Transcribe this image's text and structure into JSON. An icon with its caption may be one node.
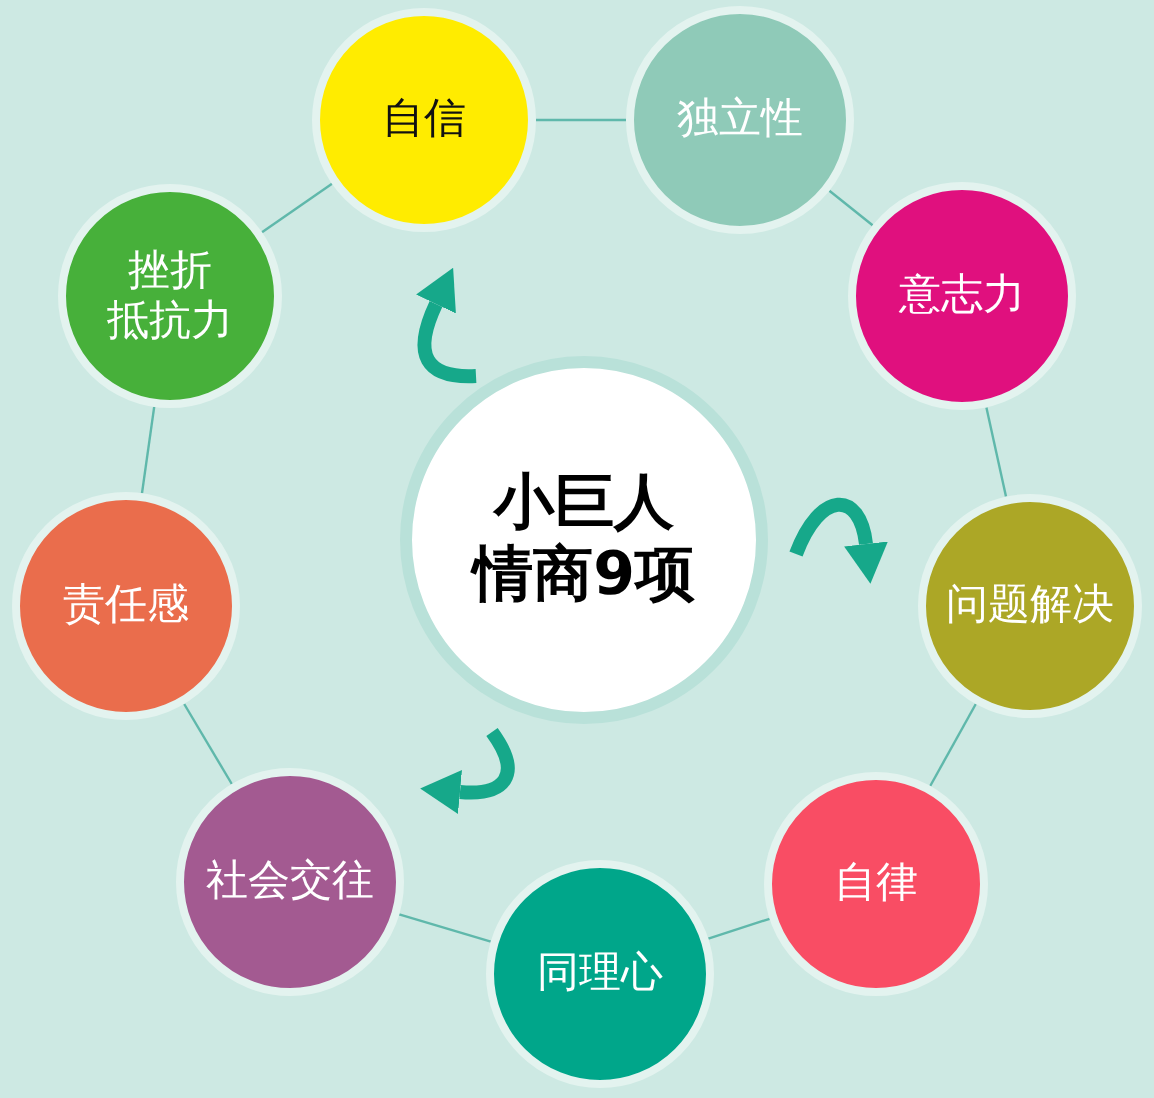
{
  "diagram": {
    "nodes": [
      {
        "text": [
          "小巨人情商9项"
        ]
      },
      {
        "text": [
          "自信"
        ]
      },
      {
        "text": [
          "独立性"
        ]
      },
      {
        "text": [
          "意志力"
        ]
      },
      {
        "text": [
          "问题解决"
        ]
      },
      {
        "text": [
          "自律"
        ]
      },
      {
        "text": [
          "同理心"
        ]
      },
      {
        "text": [
          "社会交往"
        ]
      },
      {
        "text": [
          "责任感"
        ]
      },
      {
        "text": [
          "挫折抵抗力"
        ]
      }
    ],
    "edges": [
      {
        "from": 1,
        "to": 2,
        "arrow": "none"
      },
      {
        "from": 2,
        "to": 3,
        "arrow": "none"
      },
      {
        "from": 3,
        "to": 4,
        "arrow": "none"
      },
      {
        "from": 4,
        "to": 5,
        "arrow": "none"
      },
      {
        "from": 5,
        "to": 6,
        "arrow": "none"
      },
      {
        "from": 6,
        "to": 7,
        "arrow": "none"
      },
      {
        "from": 7,
        "to": 8,
        "arrow": "none"
      },
      {
        "from": 8,
        "to": 9,
        "arrow": "none"
      },
      {
        "from": 9,
        "to": 1,
        "arrow": "none"
      },
      {
        "from": 0,
        "to": 1,
        "arrow": "to",
        "style": "thick",
        "color": "#16a88a"
      },
      {
        "from": 0,
        "to": 4,
        "arrow": "to",
        "style": "thick",
        "color": "#16a88a"
      },
      {
        "from": 0,
        "to": 7,
        "arrow": "to",
        "style": "thick",
        "color": "#16a88a"
      }
    ]
  }
}
